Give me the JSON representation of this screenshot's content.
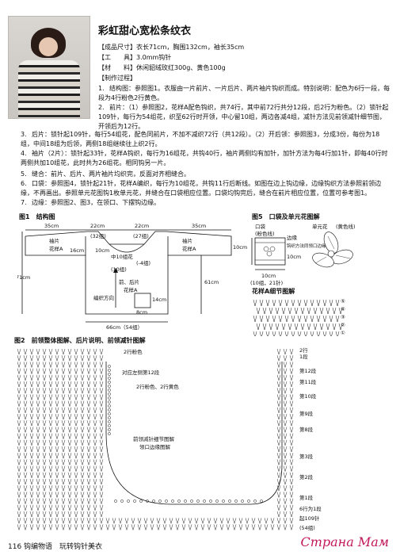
{
  "title": "彩虹甜心宽松条纹衣",
  "specs": [
    {
      "label": "【成品尺寸】",
      "value": "衣长71cm，胸围132cm，袖长35cm"
    },
    {
      "label": "【工　　具】",
      "value": "3.0mm钩针"
    },
    {
      "label": "【材　　料】",
      "value": "休闲貂绒玫红300g、黄色100g"
    },
    {
      "label": "【制作过程】",
      "value": ""
    }
  ],
  "steps": [
    {
      "n": "1.",
      "text": "结构图：参照图1。衣服由一片前片、一片后片、两片袖片钩织而成。特别说明：配色为6行一段，每段为4行粉色2行黄色。"
    },
    {
      "n": "2.",
      "text": "前片：（1）参照图2，花样A配色钩织，共74行，其中前72行共分12段，后2行为粉色。（2）锁针起109针，每行为54组花，织至62行时开领，中心留10组，两边各减4组，减针方法见前领减针细节图，开领后为12行。"
    },
    {
      "n": "3.",
      "text": "后片：锁针起109针，每行54组花，配色同前片，不加不减织72行（共12段）。（2）开后领：参照图3，分成3份，每份为18组，中间18组为后领，两侧18组继续往上织2行。"
    },
    {
      "n": "4.",
      "text": "袖片（2片）：锁针起33针，花样A钩织，每行为16组花，共钩40行，袖片两侧均有加针，加针方法为每4行加1针，即每40行时两侧共加10组花，此时共为26组花。相同钩另一片。"
    },
    {
      "n": "5.",
      "text": "缝合：前片、后片、两片袖片均织完，反面对齐相缝合。"
    },
    {
      "n": "6.",
      "text": "口袋：参照图4，锁针起21针，花样A编织，每行为10组花，共钩11行后断线。如图在边上钩边缘，边缘钩织方法参照前领边缘，不再画出。参照单元花图钩1枚单元花，并缝合在口袋相应位置。口袋均钩完后，缝合在前片相应位置，位置可参考图1。"
    },
    {
      "n": "7.",
      "text": "边缘：参照图2、图3，在领口、下摆钩边缘。"
    }
  ],
  "fig1": {
    "title": "图1　结构图",
    "dims": [
      "35cm",
      "22cm",
      "22cm",
      "35cm",
      "10cm",
      "16cm",
      "10cm",
      "(32组)",
      "(-4组)",
      "71cm",
      "61cm",
      "14cm",
      "8cm",
      "66cm（54组）",
      "(27组)",
      "(10组)"
    ],
    "sleeve_label": "袖片",
    "sleeve_pattern": "花样A",
    "body_label": "前、后片",
    "body_pattern": "花样A",
    "center_label": "中10组花",
    "direction": "编织方向"
  },
  "fig5": {
    "title": "图5　口袋及单元花图解",
    "pocket_label": "口袋",
    "pocket_color": "(粉色线)",
    "flower_label": "单元花",
    "flower_color": "(黄色线)",
    "edge_note": "边缘",
    "edge_method": "钩织方法同领口边缘",
    "dims": [
      "10cm",
      "10cm",
      "(10组，21针)"
    ]
  },
  "figA": {
    "title": "花样A细节图解",
    "rows": [
      "①",
      "②",
      "③",
      "④",
      "⑤"
    ]
  },
  "fig2": {
    "title": "图2　前领整体图解、后片说明、前领减针图解",
    "notes": [
      "2行粉色",
      "对应左侧第12段",
      "2行粉色、2行黄色",
      "前领减针细节图解",
      "领口边缘图解"
    ],
    "right_labels": [
      "2行",
      "1段",
      "第12段",
      "第11段",
      "第10段",
      "第9段",
      "第8段",
      "第3段",
      "第2段",
      "第1段"
    ],
    "bottom_labels": [
      "6行为1段",
      "起109针",
      "(54组)"
    ]
  },
  "footer": "116 钩编物语　玩转钩针美衣",
  "watermark": "Страна Мам",
  "colors": {
    "pink": "#d0306f",
    "yellow": "#e0b21b",
    "line": "#111111"
  }
}
